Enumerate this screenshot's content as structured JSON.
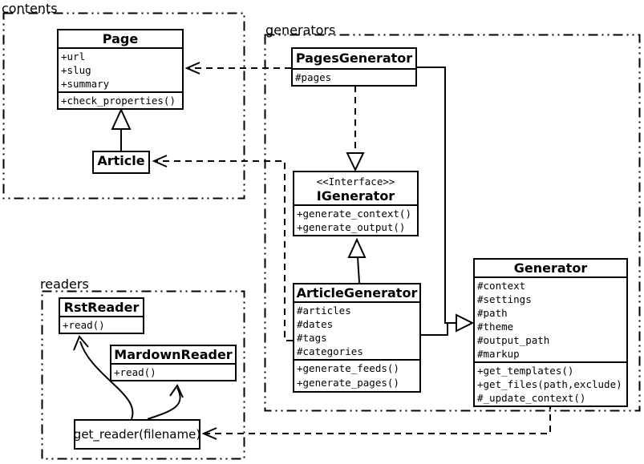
{
  "packages": {
    "contents": {
      "label": "contents"
    },
    "generators": {
      "label": "generators"
    },
    "readers": {
      "label": "readers"
    }
  },
  "classes": {
    "page": {
      "name": "Page",
      "attrs": [
        "+url",
        "+slug",
        "+summary"
      ],
      "methods": [
        "+check_properties()"
      ]
    },
    "article": {
      "name": "Article"
    },
    "pages_generator": {
      "name": "PagesGenerator",
      "attrs": [
        "#pages"
      ]
    },
    "igenerator": {
      "stereotype": "<<Interface>>",
      "name": "IGenerator",
      "methods": [
        "+generate_context()",
        "+generate_output()"
      ]
    },
    "article_generator": {
      "name": "ArticleGenerator",
      "attrs": [
        "#articles",
        "#dates",
        "#tags",
        "#categories"
      ],
      "methods": [
        "+generate_feeds()",
        "+generate_pages()"
      ]
    },
    "generator": {
      "name": "Generator",
      "attrs": [
        "#context",
        "#settings",
        "#path",
        "#theme",
        "#output_path",
        "#markup"
      ],
      "methods": [
        "+get_templates()",
        "+get_files(path,exclude)",
        "#_update_context()"
      ]
    },
    "rst_reader": {
      "name": "RstReader",
      "methods": [
        "+read()"
      ]
    },
    "mardown_reader": {
      "name": "MardownReader",
      "methods": [
        "+read()"
      ]
    },
    "get_reader": {
      "name": "get_reader(filename)"
    }
  },
  "relations": [
    {
      "from": "Article",
      "to": "Page",
      "type": "inheritance"
    },
    {
      "from": "PagesGenerator",
      "to": "Page",
      "type": "dependency"
    },
    {
      "from": "ArticleGenerator",
      "to": "Article",
      "type": "dependency"
    },
    {
      "from": "PagesGenerator",
      "to": "IGenerator",
      "type": "realization"
    },
    {
      "from": "ArticleGenerator",
      "to": "IGenerator",
      "type": "inheritance"
    },
    {
      "from": "PagesGenerator",
      "to": "Generator",
      "type": "inheritance"
    },
    {
      "from": "ArticleGenerator",
      "to": "Generator",
      "type": "inheritance"
    },
    {
      "from": "Generator",
      "to": "get_reader(filename)",
      "type": "dependency"
    },
    {
      "from": "get_reader(filename)",
      "to": "RstReader",
      "type": "arrow"
    },
    {
      "from": "get_reader(filename)",
      "to": "MardownReader",
      "type": "arrow"
    }
  ],
  "colors": {
    "line": "#000000",
    "background": "#ffffff",
    "box_fill": "#ffffff"
  }
}
